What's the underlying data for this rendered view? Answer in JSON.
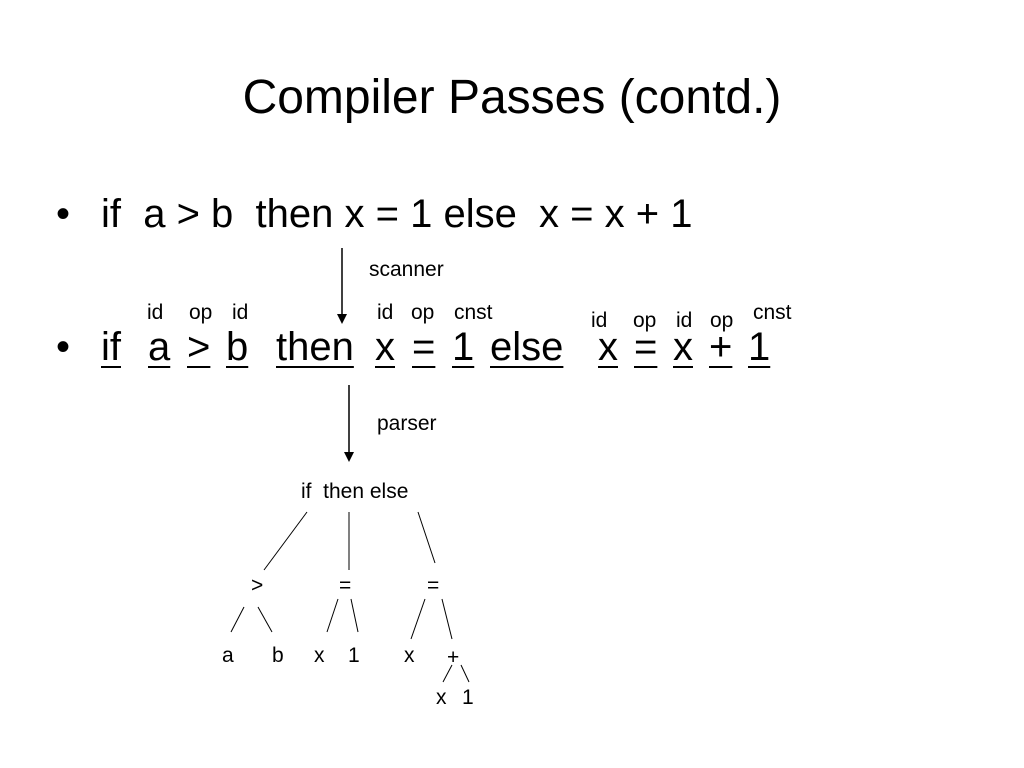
{
  "slide": {
    "title": "Compiler Passes (contd.)",
    "bullet_symbol": "•"
  },
  "source_line": {
    "text": "if  a > b  then x = 1 else  x = x + 1"
  },
  "scanner_label": "scanner",
  "parser_label": "parser",
  "token_line": {
    "tokens": [
      "if",
      "a",
      ">",
      "b",
      "then",
      "x",
      "=",
      "1",
      "else",
      "x",
      "=",
      "x",
      "+",
      "1"
    ]
  },
  "token_types": [
    "id",
    "op",
    "id",
    "id",
    "op",
    "cnst",
    "id",
    "op",
    "id",
    "op",
    "cnst"
  ],
  "parse_tree": {
    "root": "if  then else",
    "nodes": [
      ">",
      "=",
      "="
    ],
    "leaves": [
      "a",
      "b",
      "x",
      "1",
      "x",
      "+"
    ],
    "sub_leaves": [
      "x",
      "1"
    ]
  }
}
